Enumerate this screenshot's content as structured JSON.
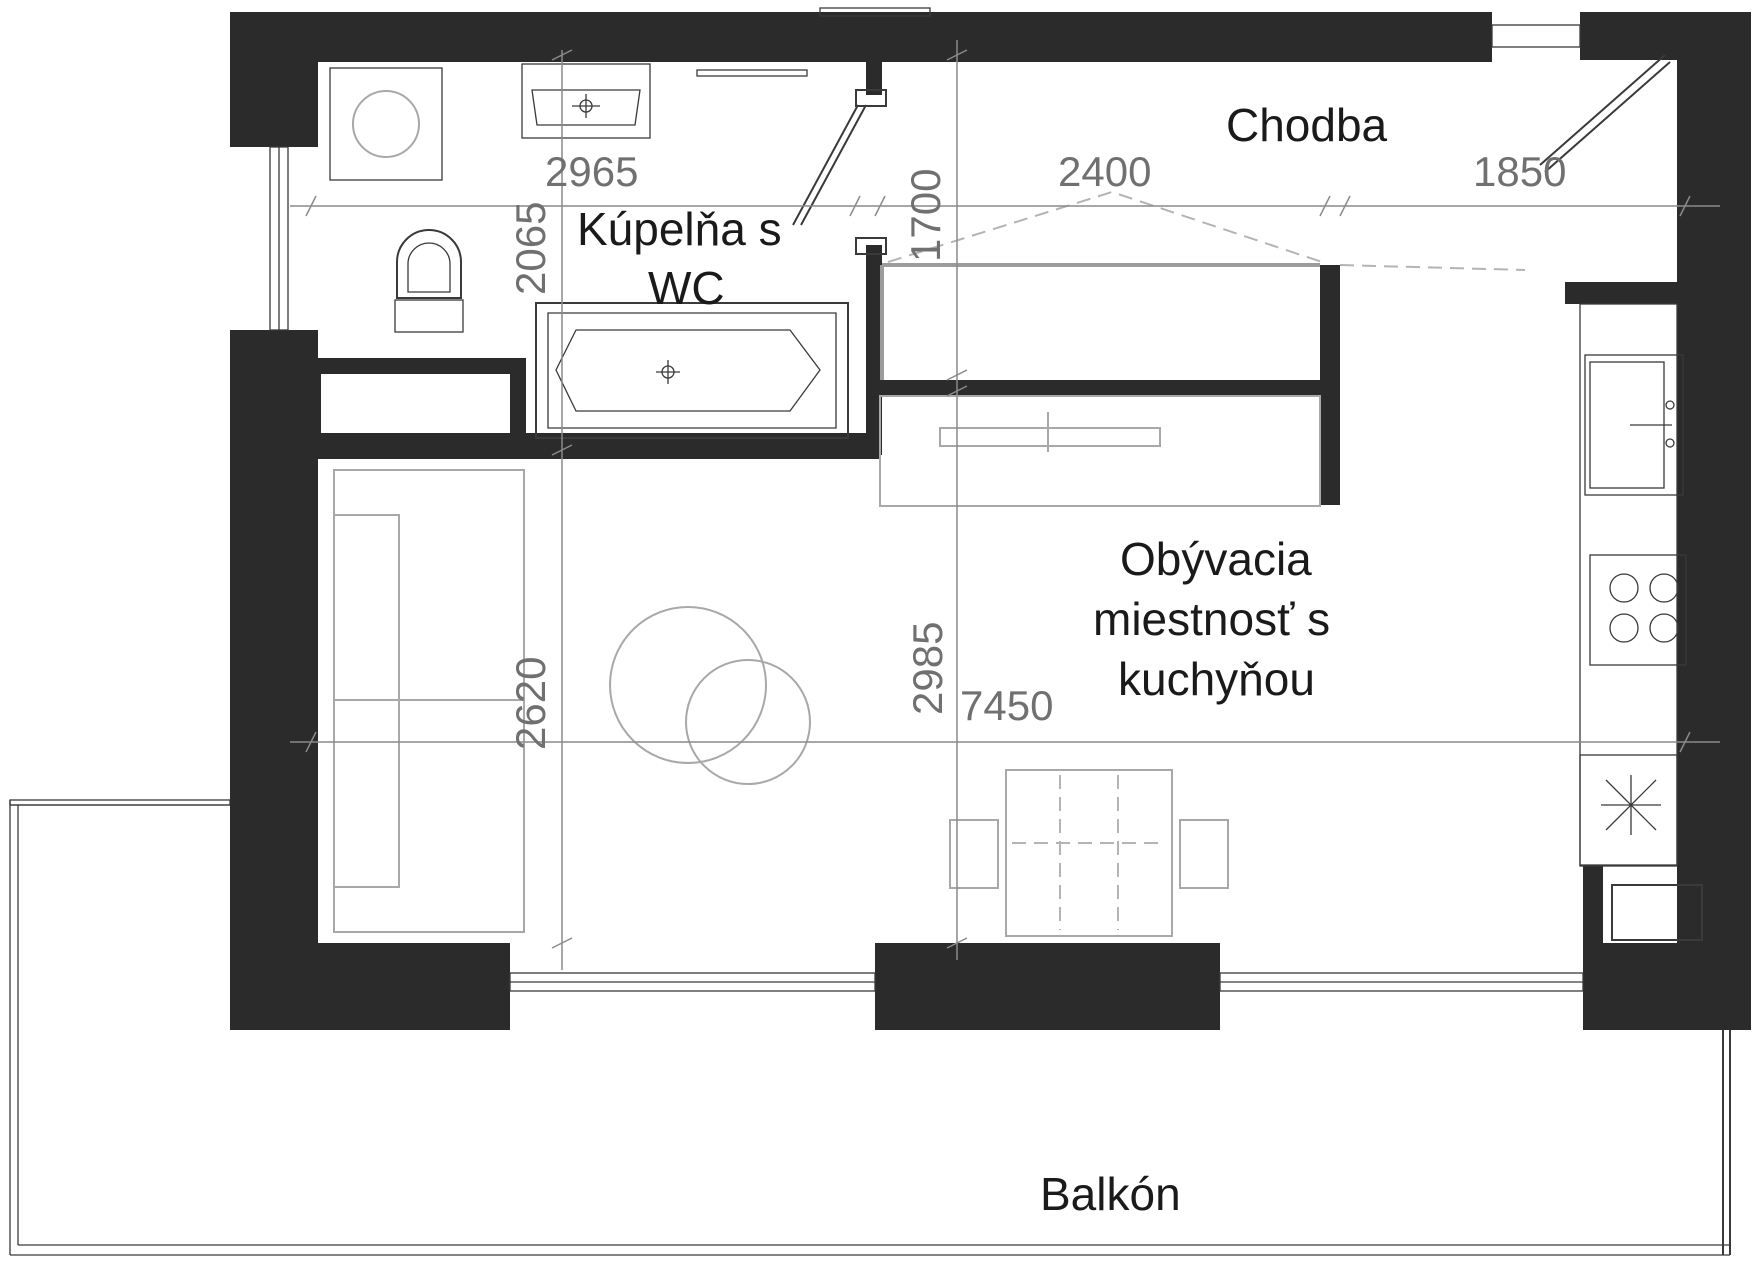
{
  "rooms": {
    "chodba": "Chodba",
    "kupelna_line1": "Kúpelňa s",
    "kupelna_line2": "WC",
    "obyvacia_line1": "Obývacia",
    "obyvacia_line2": "miestnosť s",
    "obyvacia_line3": "kuchyňou",
    "balkon": "Balkón"
  },
  "dimensions": {
    "d2965": "2965",
    "d2400": "2400",
    "d1850": "1850",
    "d2065": "2065",
    "d1700": "1700",
    "d2620": "2620",
    "d2985": "2985",
    "d7450": "7450"
  },
  "colors": {
    "wall": "#2b2b2b",
    "furniture": "#a8a8a8",
    "dimension": "#8a8a8a"
  }
}
